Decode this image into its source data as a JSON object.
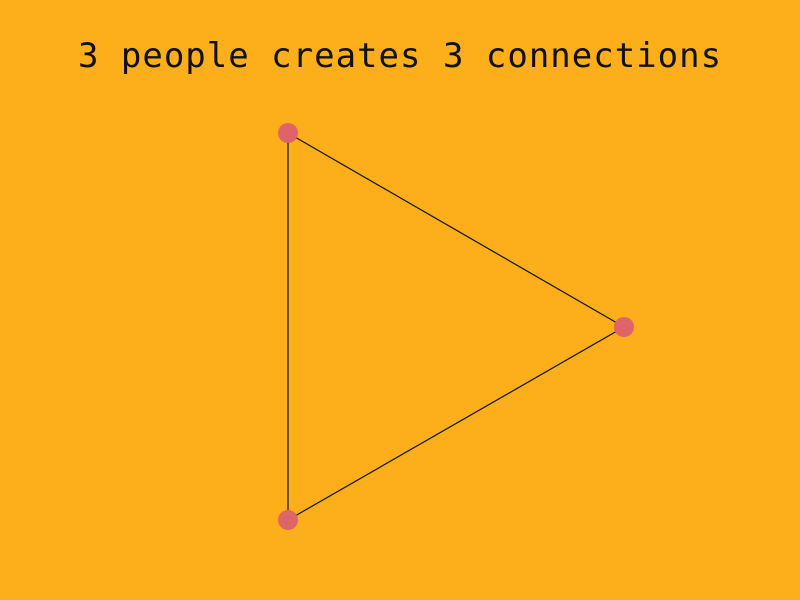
{
  "title": "3 people creates 3 connections",
  "colors": {
    "background": "#FCAE1B",
    "node": "#DE6467",
    "edge": "#111111",
    "text": "#111111"
  },
  "graph": {
    "nodes": [
      "node-top",
      "node-right",
      "node-bottom"
    ],
    "edges": [
      [
        "node-top",
        "node-right"
      ],
      [
        "node-right",
        "node-bottom"
      ],
      [
        "node-bottom",
        "node-top"
      ]
    ]
  }
}
